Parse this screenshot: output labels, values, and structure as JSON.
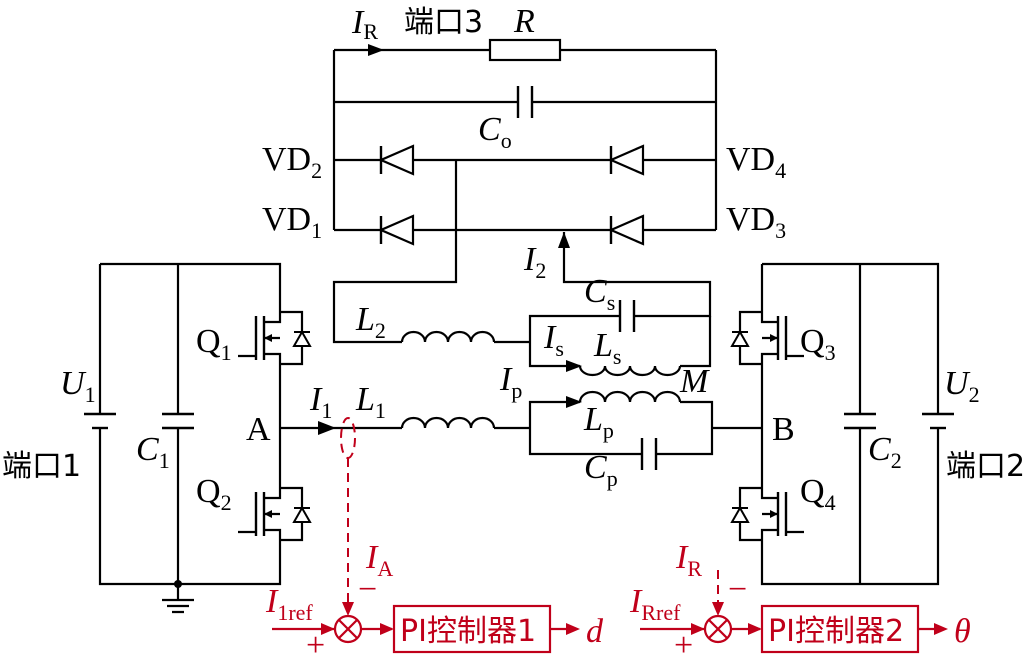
{
  "ports": {
    "port1": "端口1",
    "port2": "端口2",
    "port3": "端口3"
  },
  "sources": {
    "u1": {
      "main": "U",
      "sub": "1"
    },
    "u2": {
      "main": "U",
      "sub": "2"
    }
  },
  "components": {
    "R": "R",
    "Co": {
      "main": "C",
      "sub": "o"
    },
    "C1": {
      "main": "C",
      "sub": "1"
    },
    "C2": {
      "main": "C",
      "sub": "2"
    },
    "Cs": {
      "main": "C",
      "sub": "s"
    },
    "Cp": {
      "main": "C",
      "sub": "p"
    },
    "L1": {
      "main": "L",
      "sub": "1"
    },
    "L2": {
      "main": "L",
      "sub": "2"
    },
    "Ls": {
      "main": "L",
      "sub": "s"
    },
    "Lp": {
      "main": "L",
      "sub": "p"
    },
    "M": "M",
    "VD1": {
      "main": "VD",
      "sub": "1"
    },
    "VD2": {
      "main": "VD",
      "sub": "2"
    },
    "VD3": {
      "main": "VD",
      "sub": "3"
    },
    "VD4": {
      "main": "VD",
      "sub": "4"
    },
    "Q1": {
      "main": "Q",
      "sub": "1"
    },
    "Q2": {
      "main": "Q",
      "sub": "2"
    },
    "Q3": {
      "main": "Q",
      "sub": "3"
    },
    "Q4": {
      "main": "Q",
      "sub": "4"
    }
  },
  "nodes": {
    "A": "A",
    "B": "B"
  },
  "currents": {
    "IR": {
      "main": "I",
      "sub": "R"
    },
    "I1": {
      "main": "I",
      "sub": "1"
    },
    "I2": {
      "main": "I",
      "sub": "2"
    },
    "Is": {
      "main": "I",
      "sub": "s"
    },
    "Ip": {
      "main": "I",
      "sub": "p"
    }
  },
  "control": {
    "IA": {
      "main": "I",
      "sub": "A"
    },
    "IRmeas": {
      "main": "I",
      "sub": "R"
    },
    "I1ref": {
      "main": "I",
      "sub": "1ref"
    },
    "IRref": {
      "main": "I",
      "sub": "Rref"
    },
    "plus": "+",
    "minus": "−",
    "pi1": "PI控制器1",
    "pi2": "PI控制器2",
    "out1": "d",
    "out2": "θ"
  },
  "colors": {
    "wire": "#000000",
    "control": "#c0001a"
  }
}
